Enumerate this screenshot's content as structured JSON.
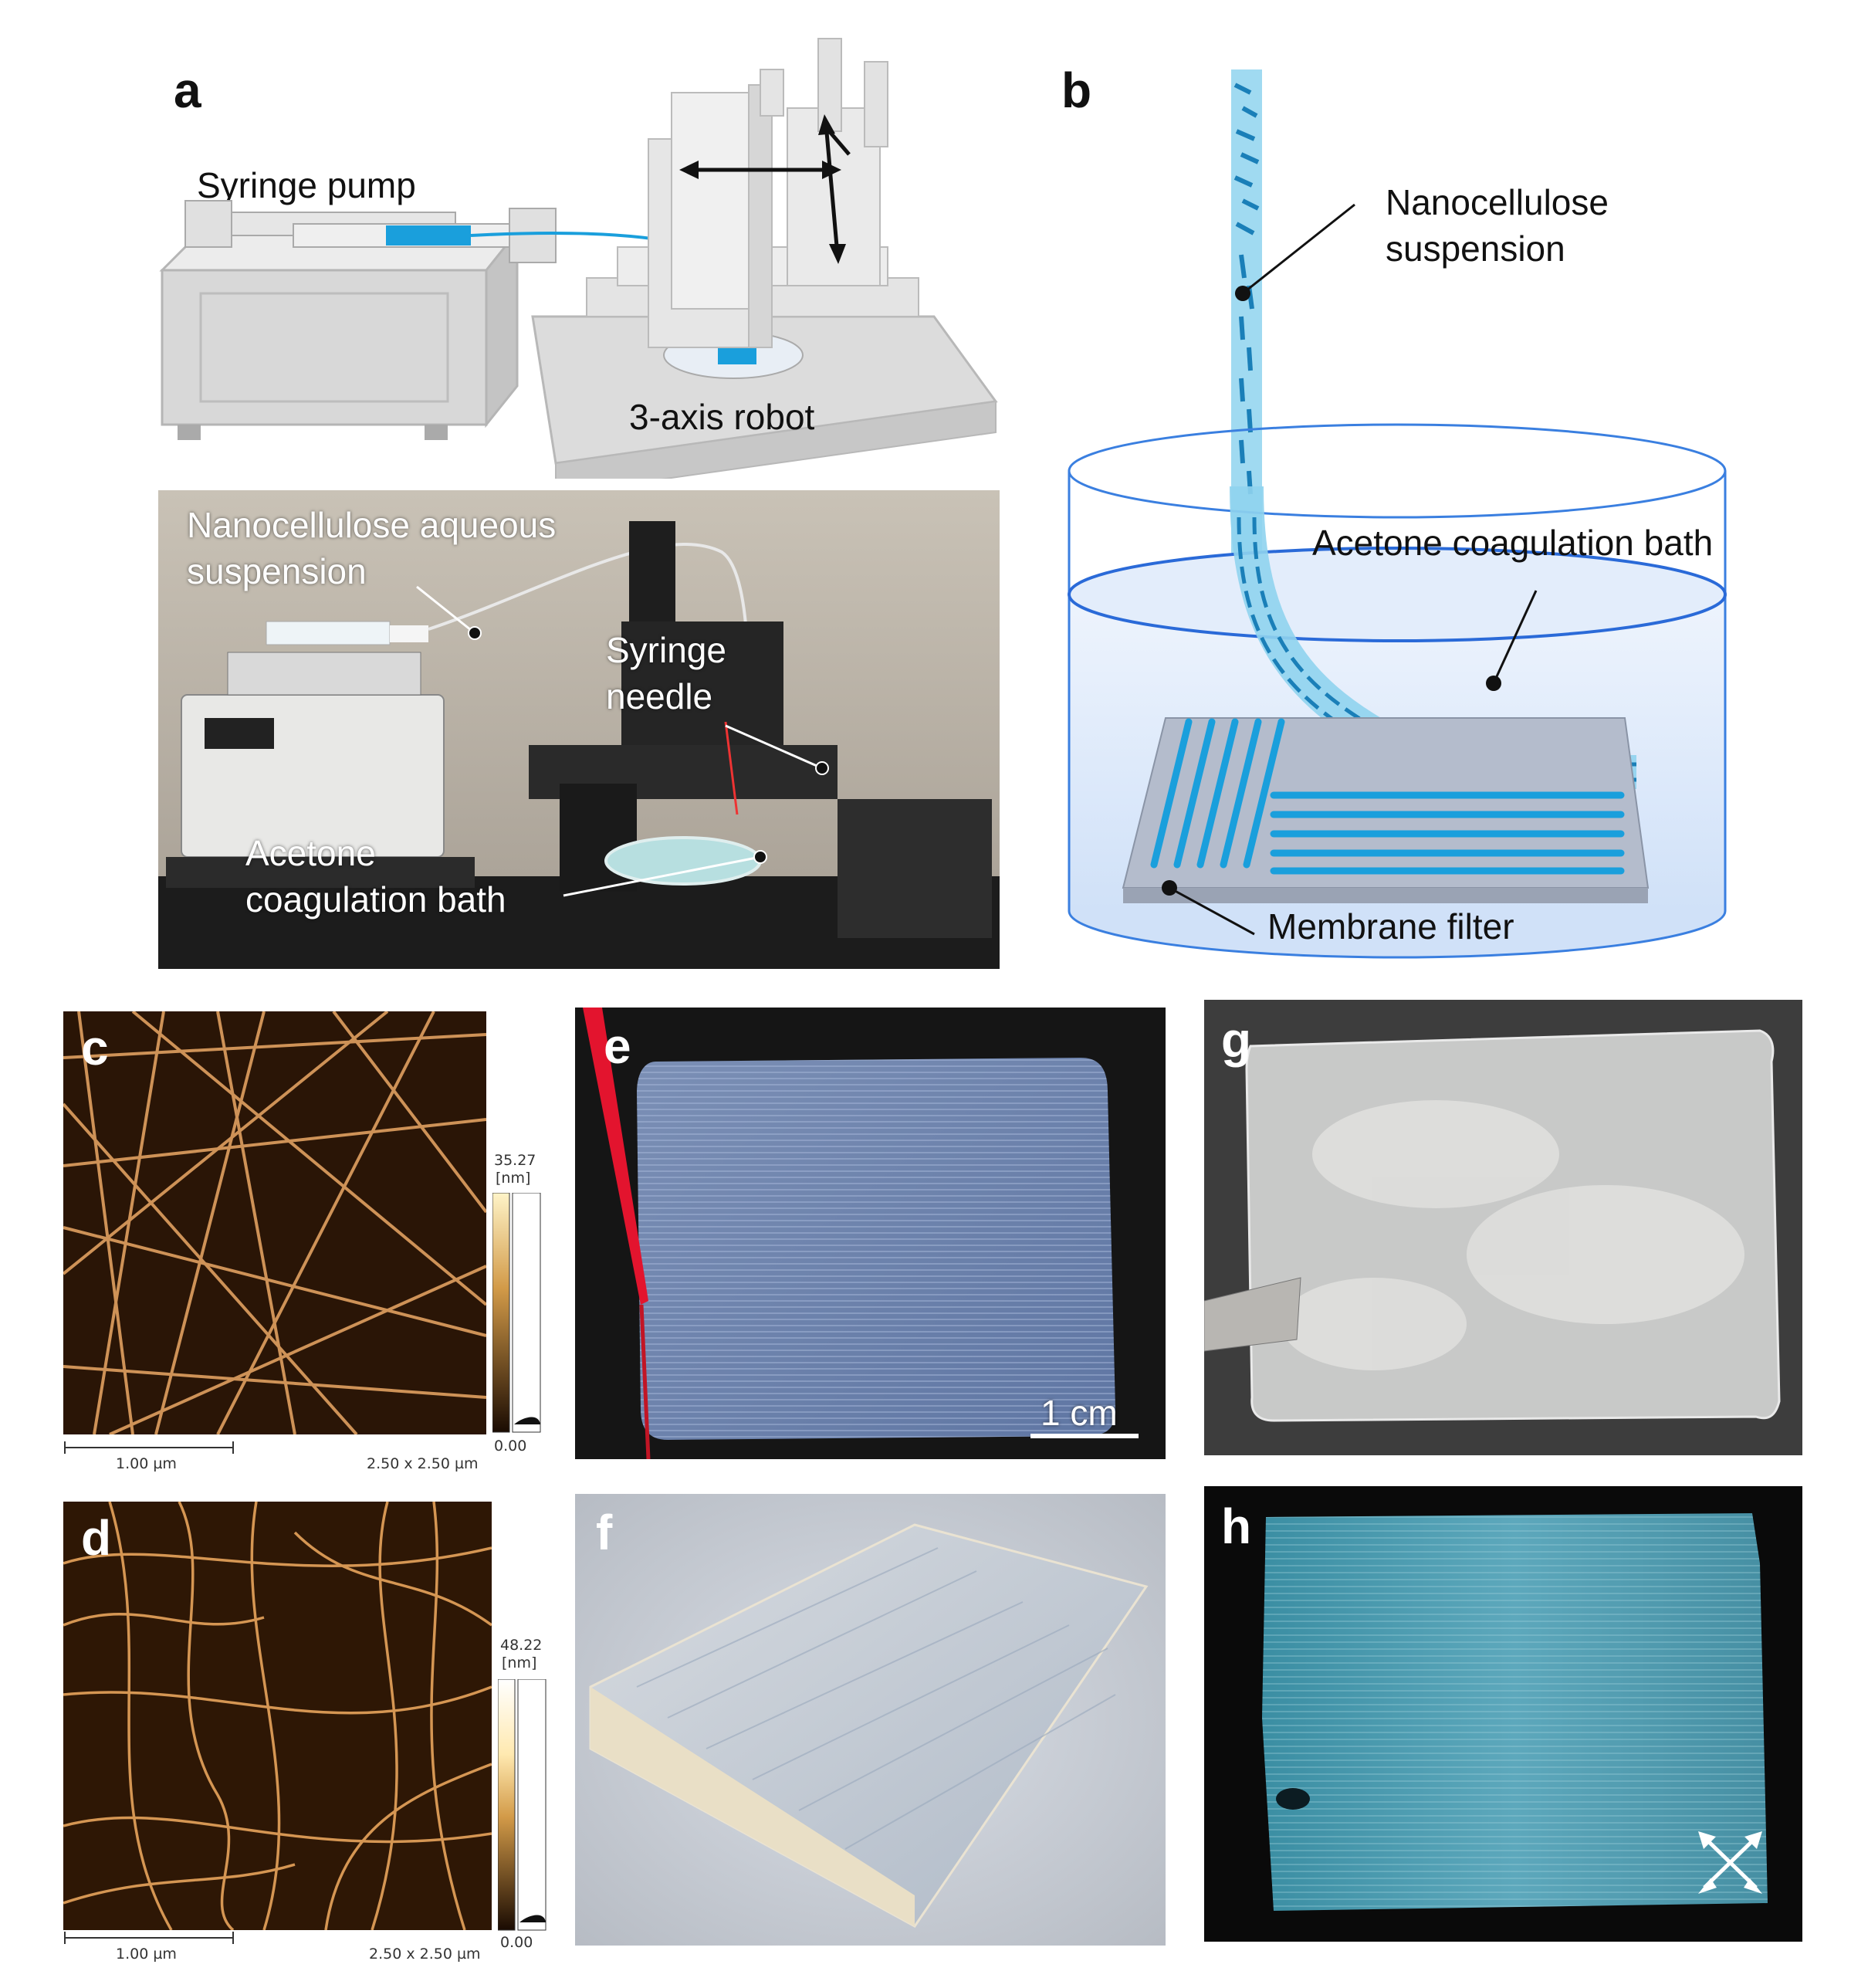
{
  "panels": {
    "a": {
      "label": "a",
      "syringe_pump": "Syringe pump",
      "robot": "3-axis robot",
      "photo_suspension": "Nanocellulose aqueous\nsuspension",
      "photo_needle": "Syringe\nneedle",
      "photo_bath": "Acetone\ncoagulation bath"
    },
    "b": {
      "label": "b",
      "suspension": "Nanocellulose\nsuspension",
      "bath": "Acetone coagulation bath",
      "membrane": "Membrane filter"
    },
    "c": {
      "label": "c",
      "scale_bar": "1.00 µm",
      "scan_size": "2.50 x 2.50 µm",
      "colorbar_max": "35.27",
      "colorbar_unit": "[nm]",
      "colorbar_min": "0.00"
    },
    "d": {
      "label": "d",
      "scale_bar": "1.00 µm",
      "scan_size": "2.50 x 2.50 µm",
      "colorbar_max": "48.22",
      "colorbar_unit": "[nm]",
      "colorbar_min": "0.00"
    },
    "e": {
      "label": "e",
      "scale_bar": "1 cm"
    },
    "f": {
      "label": "f"
    },
    "g": {
      "label": "g"
    },
    "h": {
      "label": "h"
    }
  },
  "colors": {
    "accent_blue": "#1a9fdc",
    "afm_bg": "#2a1506",
    "afm_fiber": "#e0a060",
    "bath_fill": "#dbe9fb"
  }
}
